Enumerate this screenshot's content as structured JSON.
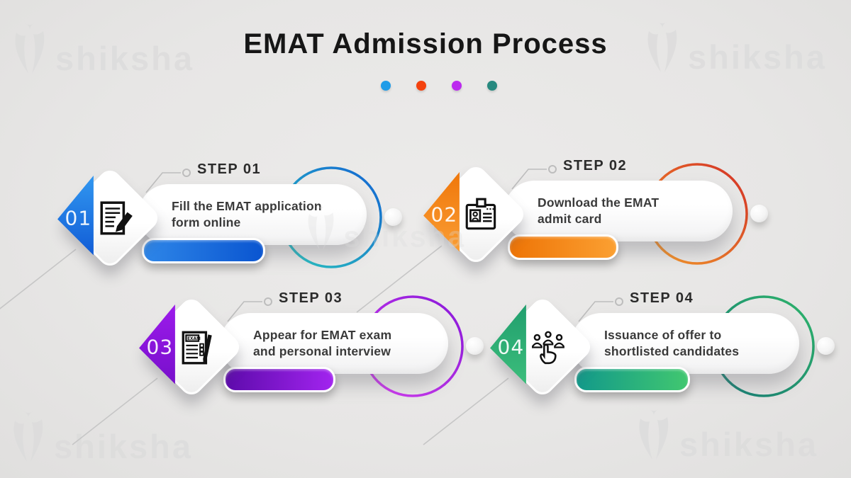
{
  "title": "EMAT Admission Process",
  "watermark": {
    "text": "shiksha",
    "color": "#dcdcdc"
  },
  "accent_dots": [
    {
      "name": "dot-blue",
      "color": "#1f9ce8"
    },
    {
      "name": "dot-red",
      "color": "#f4420e"
    },
    {
      "name": "dot-purple",
      "color": "#bc29ef"
    },
    {
      "name": "dot-teal",
      "color": "#27897f"
    }
  ],
  "steps": [
    {
      "number": "01",
      "label": "STEP 01",
      "line1": "Fill the EMAT application",
      "line2": "form online",
      "icon": "edit-form-icon",
      "colors": {
        "tri1": "#36a0f4",
        "tri2": "#0a4fd0",
        "bar1": "#2e86e8",
        "bar2": "#0a55d0",
        "ring1": "#27c7c2",
        "ring2": "#1464d2"
      }
    },
    {
      "number": "02",
      "label": "STEP 02",
      "line1": "Download the EMAT",
      "line2": "admit card",
      "icon": "admit-card-icon",
      "colors": {
        "tri1": "#ee7104",
        "tri2": "#fca63d",
        "bar1": "#ee7406",
        "bar2": "#fba032",
        "ring1": "#f89c27",
        "ring2": "#d22f27"
      }
    },
    {
      "number": "03",
      "label": "STEP 03",
      "line1": "Appear for EMAT exam",
      "line2": "and personal interview",
      "icon": "exam-sheet-icon",
      "colors": {
        "tri1": "#a21df0",
        "tri2": "#6f0cc4",
        "bar1": "#5d0bab",
        "bar2": "#a224ef",
        "ring1": "#d63df2",
        "ring2": "#8718d8"
      }
    },
    {
      "number": "04",
      "label": "STEP 04",
      "line1": "Issuance of offer to",
      "line2": "shortlisted candidates",
      "icon": "shortlist-candidates-icon",
      "colors": {
        "tri1": "#1d9a6c",
        "tri2": "#41c47e",
        "bar1": "#12998a",
        "bar2": "#41c770",
        "ring1": "#147a74",
        "ring2": "#2fb56b"
      }
    }
  ]
}
